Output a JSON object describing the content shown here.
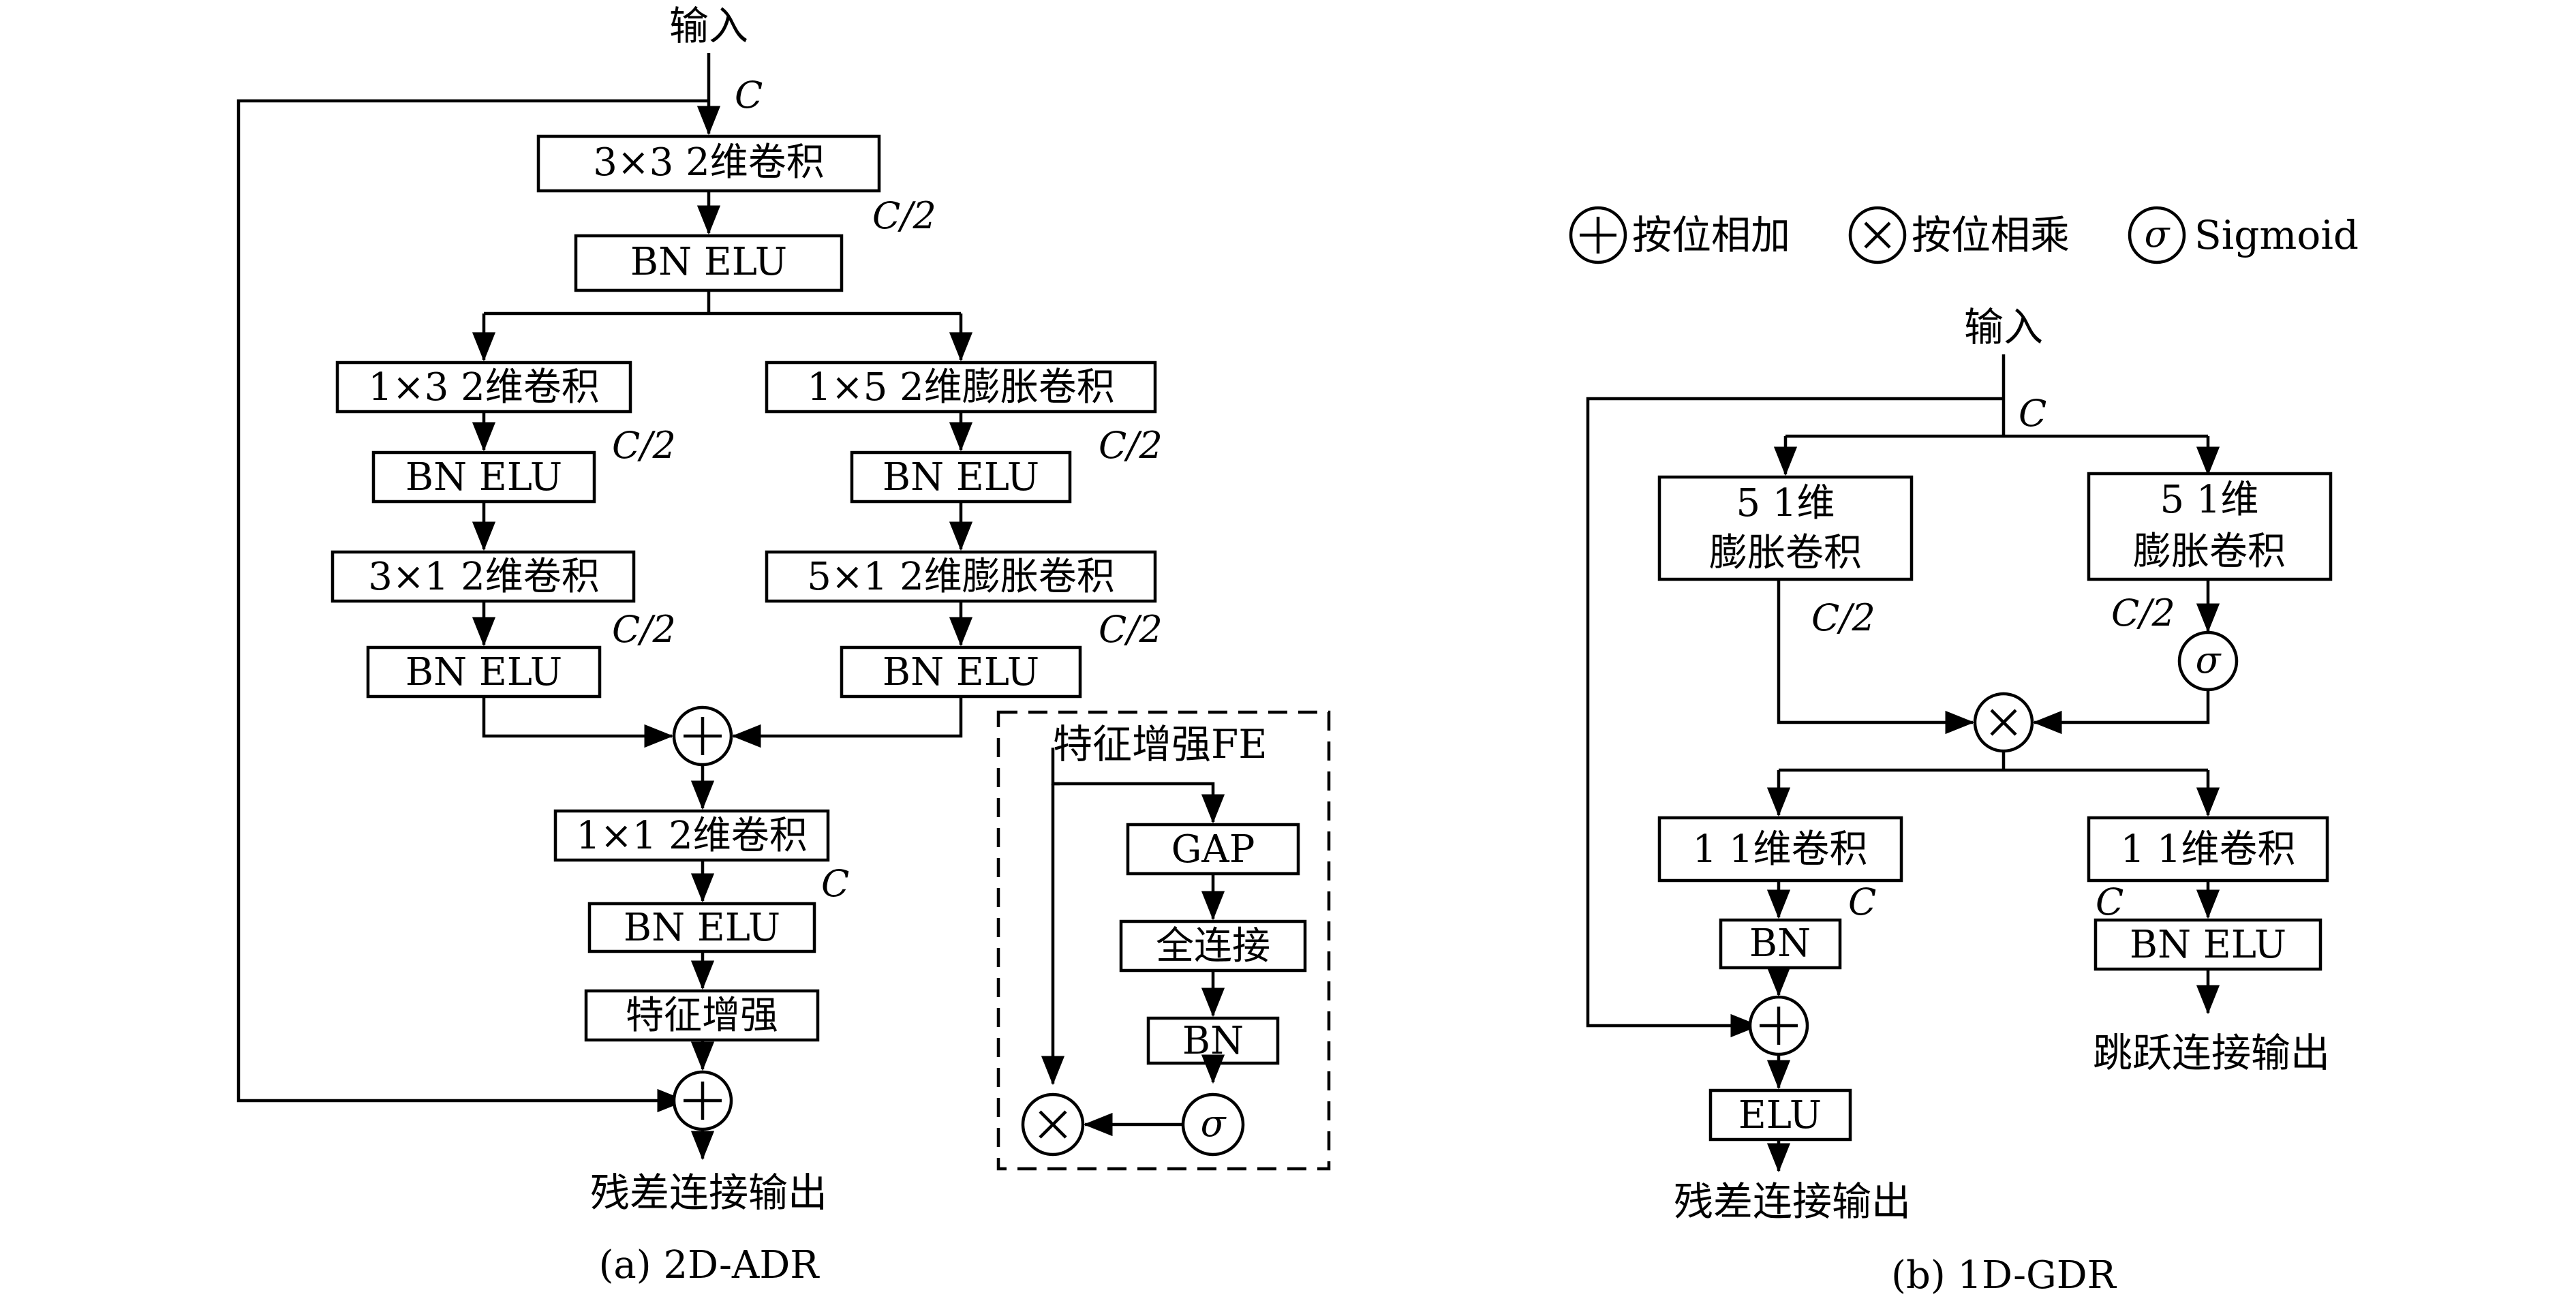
{
  "legend": {
    "add_label": "按位相加",
    "mul_label": "按位相乘",
    "sigmoid_label": "Sigmoid",
    "sigma_symbol": "σ"
  },
  "adr": {
    "caption": "(a) 2D-ADR",
    "input_label": "输入",
    "c_in": "C",
    "conv3x3": "3×3 2维卷积",
    "c_half_1": "C/2",
    "bn_elu_1": "BN ELU",
    "left": {
      "conv1x3": "1×3 2维卷积",
      "c_half_a": "C/2",
      "bn_elu_a": "BN ELU",
      "conv3x1": "3×1 2维卷积",
      "c_half_b": "C/2",
      "bn_elu_b": "BN ELU"
    },
    "right": {
      "dconv1x5": "1×5 2维膨胀卷积",
      "c_half_a": "C/2",
      "bn_elu_a": "BN ELU",
      "dconv5x1": "5×1 2维膨胀卷积",
      "c_half_b": "C/2",
      "bn_elu_b": "BN ELU"
    },
    "conv1x1": "1×1 2维卷积",
    "c_out": "C",
    "bn_elu_out": "BN ELU",
    "fe_block": "特征增强",
    "output_label": "残差连接输出",
    "fe_detail": {
      "title": "特征增强FE",
      "gap": "GAP",
      "fc": "全连接",
      "bn": "BN",
      "sigma": "σ"
    }
  },
  "gdr": {
    "caption": "(b) 1D-GDR",
    "input_label": "输入",
    "c_in": "C",
    "left_dconv_line1": "5 1维",
    "left_dconv_line2": "膨胀卷积",
    "right_dconv_line1": "5 1维",
    "right_dconv_line2": "膨胀卷积",
    "c_half_left": "C/2",
    "c_half_right": "C/2",
    "sigma": "σ",
    "left_conv": "1 1维卷积",
    "right_conv": "1 1维卷积",
    "c_left": "C",
    "c_right": "C",
    "bn": "BN",
    "bn_elu": "BN ELU",
    "elu": "ELU",
    "residual_output": "残差连接输出",
    "skip_output": "跳跃连接输出"
  }
}
